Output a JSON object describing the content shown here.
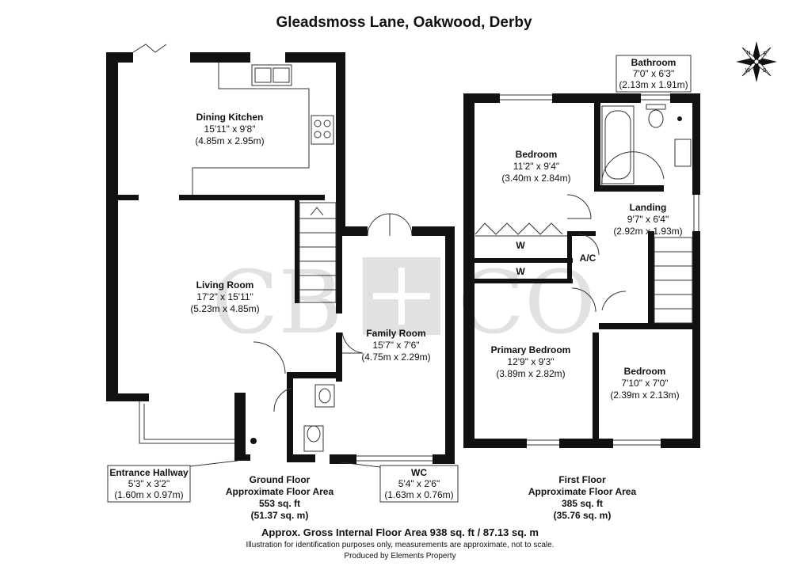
{
  "title": "Gleadsmoss Lane, Oakwood, Derby",
  "watermark": {
    "left": "CB",
    "plus": "+",
    "right": "CO"
  },
  "compass": {
    "n": "N",
    "s": "S",
    "e": "E",
    "w": "W"
  },
  "rooms": {
    "dining_kitchen": {
      "name": "Dining Kitchen",
      "imperial": "15'11\" x 9'8\"",
      "metric": "(4.85m x 2.95m)"
    },
    "living_room": {
      "name": "Living Room",
      "imperial": "17'2\" x 15'11\"",
      "metric": "(5.23m x 4.85m)"
    },
    "family_room": {
      "name": "Family Room",
      "imperial": "15'7\" x 7'6\"",
      "metric": "(4.75m x 2.29m)"
    },
    "entrance_hallway": {
      "name": "Entrance Hallway",
      "imperial": "5'3\" x 3'2\"",
      "metric": "(1.60m x 0.97m)"
    },
    "wc": {
      "name": "WC",
      "imperial": "5'4\" x 2'6\"",
      "metric": "(1.63m x 0.76m)"
    },
    "bathroom": {
      "name": "Bathroom",
      "imperial": "7'0\" x 6'3\"",
      "metric": "(2.13m x 1.91m)"
    },
    "bedroom_1": {
      "name": "Bedroom",
      "imperial": "11'2\" x 9'4\"",
      "metric": "(3.40m x 2.84m)"
    },
    "landing": {
      "name": "Landing",
      "imperial": "9'7\" x 6'4\"",
      "metric": "(2.92m x 1.93m)"
    },
    "primary_bedroom": {
      "name": "Primary Bedroom",
      "imperial": "12'9\" x 9'3\"",
      "metric": "(3.89m x 2.82m)"
    },
    "bedroom_2": {
      "name": "Bedroom",
      "imperial": "7'10\" x 7'0\"",
      "metric": "(2.39m x 2.13m)"
    }
  },
  "cupboards": {
    "w1": "W",
    "w2": "W",
    "ac": "A/C"
  },
  "floors": {
    "ground": {
      "name": "Ground Floor",
      "line": "Approximate Floor Area",
      "sqft": "553 sq. ft",
      "sqm": "(51.37 sq. m)"
    },
    "first": {
      "name": "First Floor",
      "line": "Approximate Floor Area",
      "sqft": "385 sq. ft",
      "sqm": "(35.76 sq. m)"
    }
  },
  "footer": {
    "gross": "Approx. Gross Internal Floor Area 938 sq. ft / 87.13 sq. m",
    "disclaimer": "Illustration for identification purposes only, measurements are approximate, not to scale.",
    "producer": "Produced by Elements Property"
  }
}
